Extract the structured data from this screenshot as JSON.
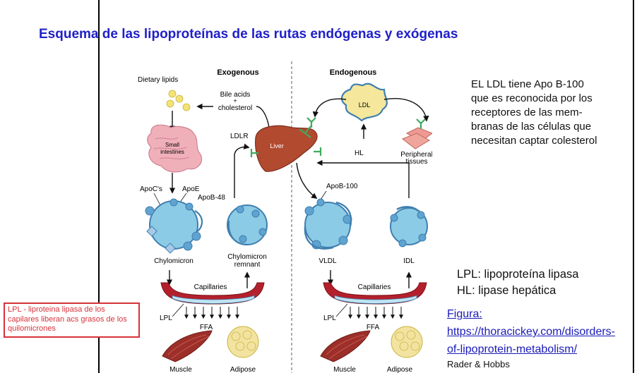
{
  "slide": {
    "title": "Esquema de las lipoproteínas de las rutas endógenas y exógenas",
    "side_text": [
      "EL LDL tiene Apo B-100",
      "que es reconocida por los",
      "receptores de las mem-",
      "branas de las células que",
      "necesitan captar colesterol"
    ],
    "abbreviations": [
      "LPL: lipoproteína lipasa",
      "HL: lipase hepática"
    ],
    "source": {
      "figure_label": "Figura:",
      "url_line1": "https://thoracickey.com/disorders-",
      "url_line2": "of-lipoprotein-metabolism/",
      "author": "Rader & Hobbs"
    }
  },
  "comment": {
    "text": "LPL - liproteina lipasa de los capilares liberan acs grasos de los quilomicrones"
  },
  "diagram": {
    "labels": {
      "exogenous": "Exogenous",
      "endogenous": "Endogenous",
      "dietary_lipids": "Dietary lipids",
      "bile_acids": "Bile acids",
      "plus": "+",
      "cholesterol": "cholesterol",
      "small": "Small",
      "intestines": "intestines",
      "ldlr": "LDLR",
      "liver": "Liver",
      "ldl": "LDL",
      "peripheral": "Peripheral",
      "tissues": "tissues",
      "hl": "HL",
      "apoc": "ApoC's",
      "apoe": "ApoE",
      "apob48": "ApoB-48",
      "apob100": "ApoB-100",
      "chylomicron": "Chylomicron",
      "chylomicron_rem_1": "Chylomicron",
      "chylomicron_rem_2": "remnant",
      "vldl": "VLDL",
      "idl": "IDL",
      "capillaries": "Capillaries",
      "lpl": "LPL",
      "ffa": "FFA",
      "muscle": "Muscle",
      "adipose": "Adipose"
    },
    "colors": {
      "particle": "#8ccbe6",
      "particle_dark": "#3f7fb0",
      "liver": "#b24a30",
      "receptor": "#3faa5c",
      "capillary": "#b3202c",
      "ldl_fill": "#f5e79b",
      "muscle": "#9c2f2a",
      "adipose": "#f2e3a0",
      "intestine": "#f0b0ba"
    }
  }
}
